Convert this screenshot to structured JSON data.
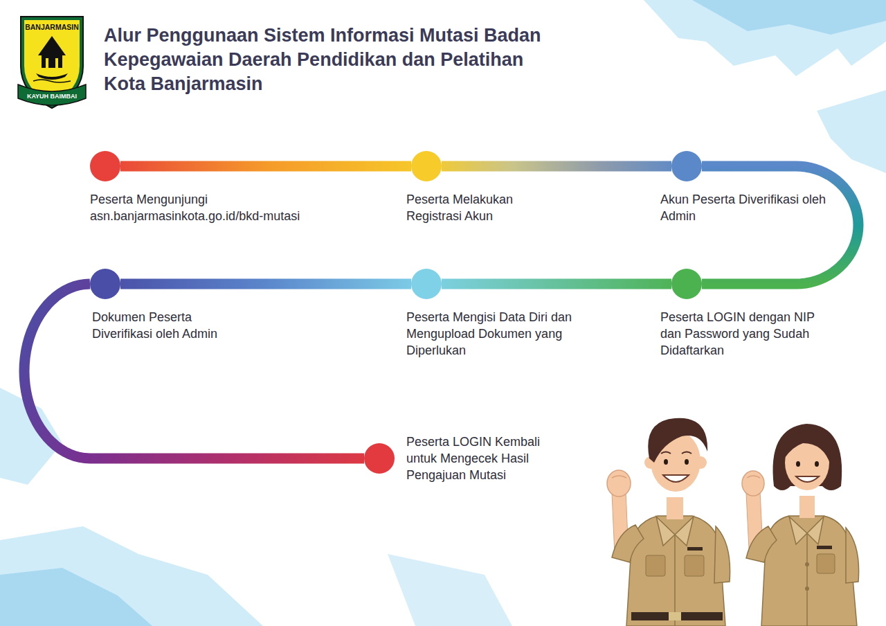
{
  "diagram": {
    "title": "Alur Penggunaan Sistem Informasi Mutasi Badan Kepegawaian Daerah Pendidikan dan Pelatihan Kota Banjarmasin",
    "nodes": [
      {
        "text": [
          "Peserta Mengunjungi asn.banjarmasinkota.go.id/bkd-mutasi"
        ]
      },
      {
        "text": [
          "Peserta Melakukan Registrasi Akun"
        ]
      },
      {
        "text": [
          "Akun Peserta Diverifikasi oleh Admin"
        ]
      },
      {
        "text": [
          "Peserta LOGIN dengan NIP dan Password yang Sudah Didaftarkan"
        ]
      },
      {
        "text": [
          "Peserta Mengisi Data Diri dan Mengupload Dokumen yang Diperlukan"
        ]
      },
      {
        "text": [
          "Dokumen Peserta Diverifikasi oleh Admin"
        ]
      },
      {
        "text": [
          "Peserta LOGIN Kembali untuk Mengecek Hasil Pengajuan Mutasi"
        ]
      }
    ],
    "edges": [
      {
        "from": 0,
        "to": 1,
        "arrow": "none"
      },
      {
        "from": 1,
        "to": 2,
        "arrow": "none"
      },
      {
        "from": 2,
        "to": 3,
        "arrow": "none"
      },
      {
        "from": 3,
        "to": 4,
        "arrow": "none"
      },
      {
        "from": 4,
        "to": 5,
        "arrow": "none"
      },
      {
        "from": 5,
        "to": 6,
        "arrow": "none"
      }
    ],
    "labels": [
      "BANJARMASIN",
      "KAYUH BAIMBAI"
    ]
  }
}
